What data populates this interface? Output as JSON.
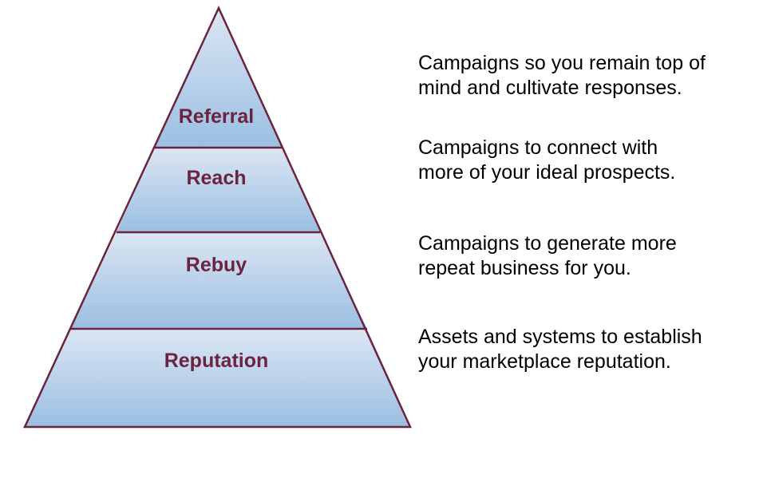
{
  "colors": {
    "outline": "#6b2340",
    "label": "#6b2340",
    "tier_fill_top": "#dbe6f3",
    "tier_fill_bottom": "#9bbfe2"
  },
  "pyramid": {
    "tiers": [
      {
        "label": "Referral"
      },
      {
        "label": "Reach"
      },
      {
        "label": "Rebuy"
      },
      {
        "label": "Reputation"
      }
    ]
  },
  "descriptions": [
    {
      "line1": "Campaigns so you remain top of",
      "line2": "mind and cultivate responses."
    },
    {
      "line1": "Campaigns to connect with",
      "line2": "more of your ideal prospects."
    },
    {
      "line1": "Campaigns to generate more",
      "line2": "repeat business for you."
    },
    {
      "line1": "Assets and systems to establish",
      "line2": "your marketplace reputation."
    }
  ]
}
